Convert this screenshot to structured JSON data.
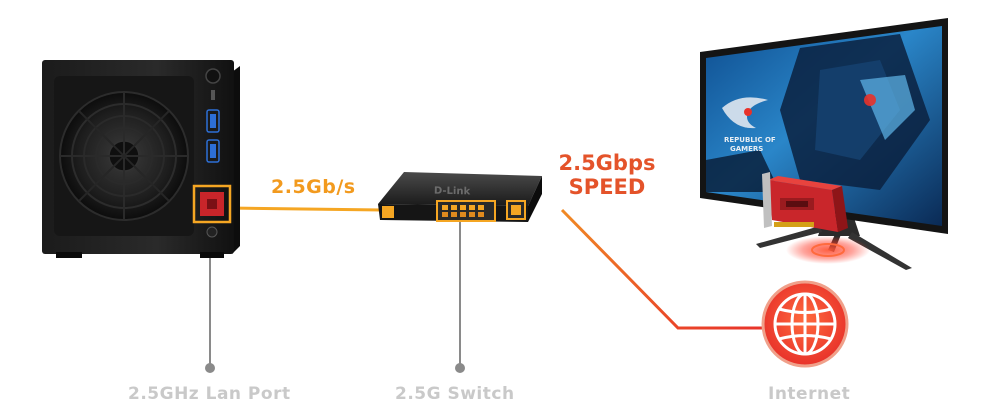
{
  "labels": {
    "nas_speed": "2.5Gb/s",
    "switch_speed_line1": "2.5Gbps",
    "switch_speed_line2": "SPEED",
    "lan_port": "2.5GHz Lan Port",
    "switch": "2.5G Switch",
    "internet": "Internet"
  },
  "switch_brand": "D-Link",
  "monitor_screen_text_line1": "REPUBLIC OF",
  "monitor_screen_text_line2": "GAMERS",
  "colors": {
    "orange": "#f29a1e",
    "red_orange": "#e4532a",
    "red": "#e8322a",
    "callout_gray": "#8a8a8a",
    "label_gray": "#c9c9c9"
  },
  "icons": {
    "internet": "globe-icon"
  }
}
